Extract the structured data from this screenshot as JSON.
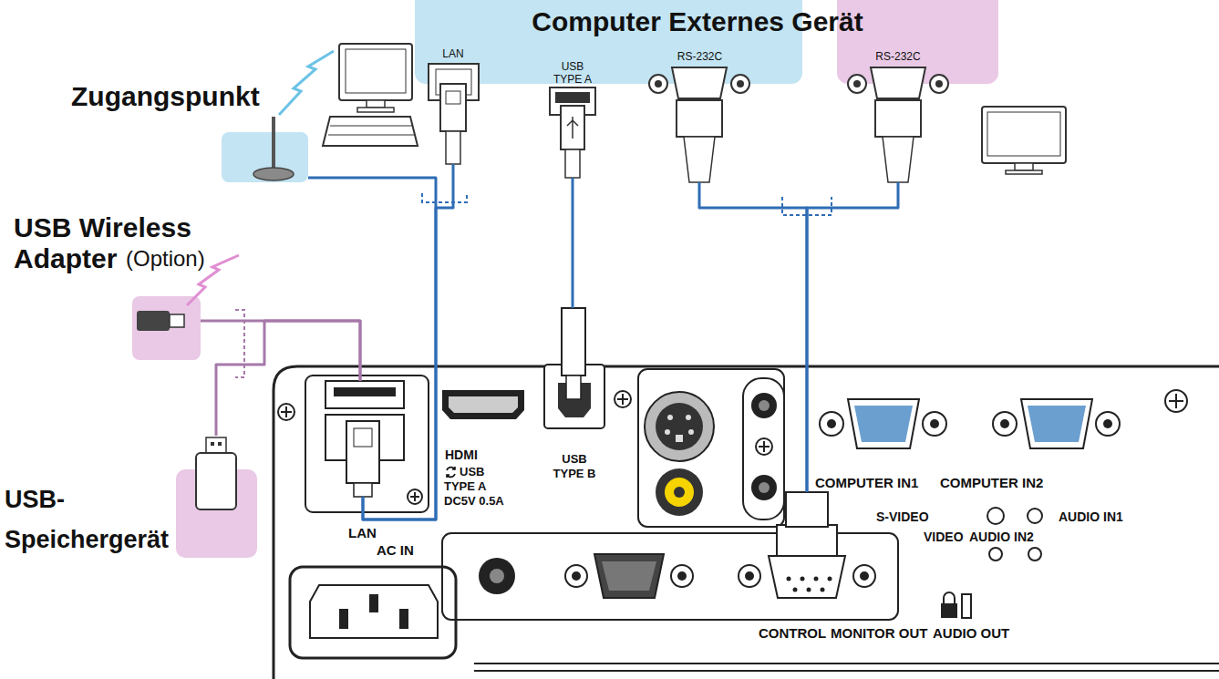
{
  "diagram": {
    "title": "Computer Externes Gerät",
    "nodes": [
      {
        "text": [
          "Zugangspunkt"
        ]
      },
      {
        "text": [
          "LAN"
        ]
      },
      {
        "text": [
          "USB TYPE A"
        ]
      },
      {
        "text": [
          "RS-232C"
        ]
      },
      {
        "text": [
          "RS-232C"
        ]
      },
      {
        "text": [
          "USB Wireless Adapter",
          "(Option)"
        ]
      },
      {
        "text": [
          "USB TYPE A DC5V 0.5A"
        ]
      },
      {
        "text": [
          "LAN"
        ]
      },
      {
        "text": [
          "USB TYPE B"
        ]
      },
      {
        "text": [
          "USB- Speichergerät"
        ]
      },
      {
        "text": [
          "CONTROL"
        ]
      }
    ],
    "edges": [
      {
        "from": 0,
        "to": 7,
        "arrow": "none"
      },
      {
        "from": 1,
        "to": 7,
        "arrow": "none"
      },
      {
        "from": 2,
        "to": 8,
        "arrow": "none"
      },
      {
        "from": 3,
        "to": 10,
        "arrow": "none"
      },
      {
        "from": 4,
        "to": 10,
        "arrow": "none"
      },
      {
        "from": 5,
        "to": 6,
        "arrow": "none"
      },
      {
        "from": 9,
        "to": 6,
        "arrow": "none"
      }
    ],
    "labels": [
      "HDMI",
      "COMPUTER IN1",
      "COMPUTER IN2",
      "S-VIDEO",
      "AUDIO IN1",
      "VIDEO",
      "AUDIO IN2",
      "AC IN",
      "MONITOR OUT",
      "AUDIO OUT"
    ]
  }
}
